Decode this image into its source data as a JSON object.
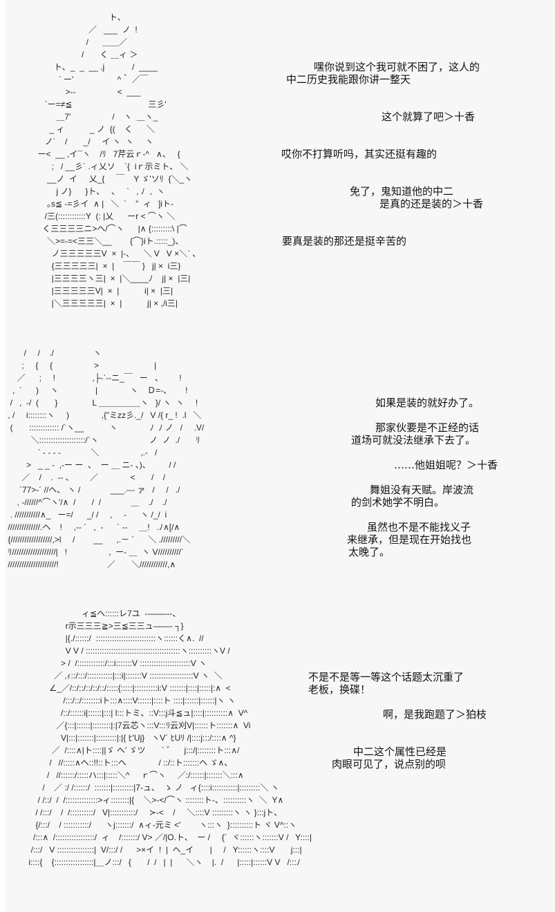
{
  "panel1": {
    "art": [
      "                                 ト、",
      "                        ／   ___  ノ  !",
      "                       /      ＿＿／",
      "                     /       く ＿ィ ＞",
      "         ト、_  _  __ .j            /  ____",
      "           ` ー'                   ^＾ ／￣",
      "              >--                  <  ___",
      "     `ー=≠≦                                 三彡'",
      "          ＿7'                  /    ヽ  ＿ヽ_",
      "       _ ィ           _ ノ  {(    く      ＼",
      "     ノ´    /       _/     イ ヽ  ヽ     ヽ",
      "  ー<  __ ,イ¯ヽ    /ﾘ   7芹云ｒ-^   ∧、   {",
      "        ;   / __彡´ .ィ乂ソ    `{  iｒ示ミト、 ＼",
      "      __ノ  イ     乂_{     ￣    Y ゞ'ソﾘ  {＼_ヽ",
      "          j ノ}      }ト、   、   `   , ﾉ  ,  ヽ",
      "      ｡s≦ -=彡イ  ∧ |   ＼  `    ”  ィ   ]iト-",
      "     /三(::::::::::::Y  (: |乂      ーr < ⌒ヽ ＼",
      "    く三三三三ニ>ヘ/⌒ヽ      |∧ {:::::::::\\ |⌒",
      "      ＼>=-=<三三＼__        {⌒}iト.:::::_)、",
      "        ノ三三三三三V  ×  |‐、    ＼ V   V ×＼` ､",
      "        {三三三三三|  ×  |    ￣￣ }   j| ×  i三}",
      "        |三三三三ヽ三|  ×  |＼____ﾉ    j| ×  |三|",
      "        |三三三三三V|  ×  |           i| ×  |三|",
      "        |＼三三三三三|  ×  |           j| × ,/i三|"
    ],
    "dialog": [
      "嘿你说到这个我可就不困了，这人的",
      "中二历史我能跟你讲一整天",
      "这个就算了吧＞十香",
      "哎你不打算听吗，其实还挺有趣的",
      "免了，鬼知道他的中二",
      "是真的还是装的＞十香",
      "要真是装的那还是挺辛苦的"
    ]
  },
  "panel2": {
    "art": [
      "        /     /    ./                 ヽ",
      "       ;     {     {                  >                        |",
      "     ／      ;     !                ,├‐`‐-ニ_￣   ー   、       !",
      "   ,  ´      )     ヽ                |              ヽ    Ｄ=-、      !",
      "  /   ,  -/  (       }               L ＿＿＿＿＿ヽ   }/ ヽ  ヽ     !",
      " , /     i::::::::ヽ     )              ,{”ミzz彡._/   V /{ r_ !  .l   ＼",
      "  (       ::::::::::::: /`ヽ__           ヽ              ﾉ  ﾉ ノ   /     .V/",
      "           ＼::::::::::::::::::::/`ヽ                      ノ  ノ  ./       ﾘ",
      "              ` ‐ ‐ ‐ ‐             ＼                  ,.-   /",
      "         >   _ _ -  ,‐ー ー  、  ー ＿ ニ‐ 、)、        / /",
      "       ／    /    .  -- 、       ／              <       /    /",
      "      `77>-´ //ヘ、 ヽ /             ___.--‐ ァ   /     /   ./",
      "     , -//////^⌒ヽ'/∧  /       /  /             ＿    ./    ./",
      "  . ///////////∧_   ー=/      _/ /     ,     -      ヽ /_/  i",
      " //////////////.ヘ    !     ,-‐ ´   ,  -      ´ ‐‐     ＿!   .ﾉ∧[/∧",
      " {//////////////////,>l     /        __      ,.－ ´      ＼ ./////////＼",
      " ﾘ///////////////////|   !                  ,  ー- ＿  ヽ V//////////`",
      " /////////////////////!                     ／       ＼////////////,∧"
    ],
    "dialog": [
      "如果是装的就好办了。",
      "那家伙要是不正经的话",
      "道场可就没法继承下去了。",
      "……他姐姐呢？＞十香",
      "舞姐没有天赋。岸波流",
      "的剑术她学不明白。",
      "虽然也不是不能找义子",
      "来继承，但是现在开始找也",
      "太晚了。"
    ]
  },
  "panel3": {
    "art": [
      "                                 ィ≦ヘ::::::レ7ユ  -‐――‐-、",
      "                          r示三三三≧>三≦三三ュ――‐ ┐}",
      "                          |{./::::::/  ::::::::::::::::::::::::::ヽ::::::く∧.  //",
      "                          V V / :::::::::::::::::::::::::::::::::::::::::ヽ::::::::::ヽV /",
      "                        > /  /::::::::::::/:::i:::::::V ::::::::::::::::::::::V ヽ",
      "                     ／ ,ｨ::/:::/:::::::::::|:::i|:::::::V :::::::::::::::::::V ヽ  ＼",
      "                   ∠_／/::/::/::/::/::/:::::{:::::|::::::::::i:V :::::::|::::|:::::|:∧  <",
      "                         /:::/::/::::::::iト:::∧::::V::::::|::::ト ::::|::::::|::::::|ヽ ヽ",
      "                        /::/::::::i|::::::|:::| l:::トミ、::V:::j斗≦ュ|::::|::::::::::∧  V^",
      "                      ／{:::|::::::|::::::::|:|7云芯ヽ:::V:::ﾘ云刈V|::::::ト:::::::∧  Vi",
      "                        V|:::|:::::::|:::::::::|:|{ ﾋ'Uj}   ヽV´ ﾋUﾘ /|::::j:::/::::∧ ^}",
      "                    ／  /::::∧|ト::::||ゞ ヘ' ゞツ       ` ゛    j:::/|::::::::ト:::∧/",
      "                   /   //:::::∧ヘ::!!::ト:::ヘ              / ::/::ト:::::::ヘ ゞ∧、",
      "                  /   //::::::/:::::ハ:::|:::::＼^     ｒ⌒ヽ     ／:/::::::|:::::::＼:::∧",
      "                /    ／ :/ /::::::/  :::::::|:::::::::|7-ュ、  ゝ ノ   ィ{::::i:::::::::::|:::::::::＼ ヽ",
      "              / /::/  /  /::::::::::::::>ィ::::::::|{    ＼>-</⌒ヽ ::::::::ト-、::::::::::ヽ  ＼  Y∧",
      "             / /:::/    /  /::::::::::/   V|:::::::::::/     ≻‐<    /     ＼::::V :::::::::ヽ ヽ }:::jト、",
      "             {/:::/    / :::::::::::/      ヽj:::::::/  ∧ィ-元ミ <'        ヽ:::ヽ  }::::::::::ト ヾ V^::ヽ",
      "            /:::∧  /:::::::::::::::::/  ィ    /:::::::/ V> ／/|O.ト、  ー /     {´  ヾ::::::ヽ:::::::V /   Y::::|",
      "           /:::/   V ::::::::::::::::|  V/:::/ /      >×イ  !  |  ヘ_イ       |     /   Y::::::ヽ::::V       j:::|",
      "          i::::{    {:::::::::::::::::|＿ノ:::/   {       /  /   |  |      ＼ヽ    |.  /      |:::::|::::::V V   /:::ﾉ"
    ],
    "dialog": [
      "不是不是等一等这个话题太沉重了",
      "老板，换碟！",
      "啊，是我跑题了＞狛枝",
      "中二这个属性已经是",
      "肉眼可见了，说点别的呗"
    ]
  }
}
